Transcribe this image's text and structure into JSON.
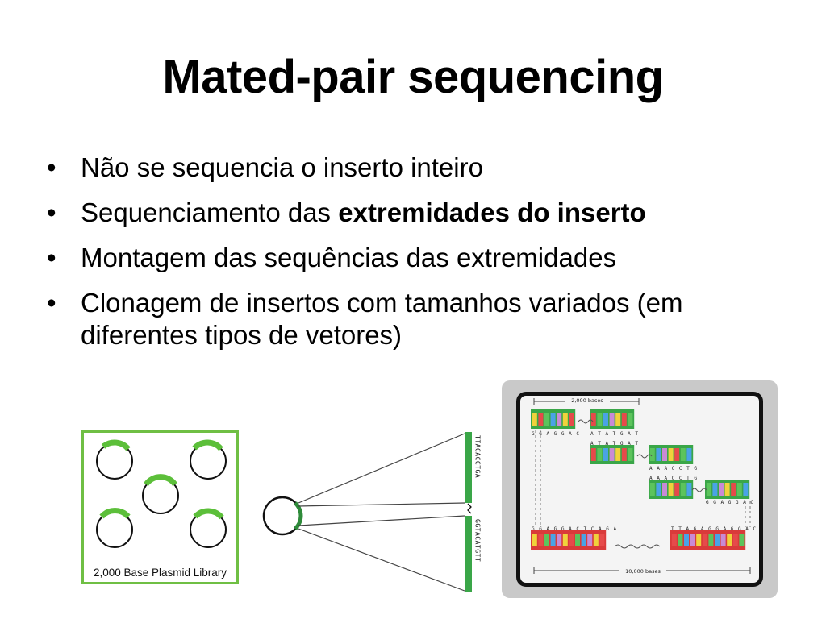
{
  "slide": {
    "title": "Mated-pair sequencing",
    "bullets": [
      {
        "text": "Não se sequencia o inserto inteiro",
        "bold": ""
      },
      {
        "text": "Sequenciamento das ",
        "bold": "extremidades do inserto"
      },
      {
        "text": "Montagem das sequências das extremidades",
        "bold": ""
      },
      {
        "text": "Clonagem de insertos com tamanhos variados (em diferentes tipos de vetores)",
        "bold": ""
      }
    ],
    "bullet_symbol": "•"
  },
  "figure": {
    "plasmid_caption": "2,000 Base Plasmid Library",
    "read_top": "TTACACCTGA",
    "read_bottom": "GGTACATGTT",
    "assembly": {
      "span_top_label": "2,000 bases",
      "span_bottom_label": "10,000 bases",
      "seq_1": "G G A G G A C",
      "seq_2": "A T A T G A T",
      "seq_3": "A T A T G A T",
      "seq_4": "A A A C C T G",
      "seq_5": "A A A C C T G",
      "seq_6": "G G A G G A C",
      "seq_7": "G G A G G A C T C A G A",
      "seq_8": "T T A G A G G A G G A C"
    }
  },
  "colors": {
    "plasmid_green": "#5cbf3a",
    "panel_border": "#6fbf44",
    "base_colors": [
      "#e64a4a",
      "#4aa3e6",
      "#f0d23c",
      "#5cc45c",
      "#c98ad6"
    ]
  }
}
